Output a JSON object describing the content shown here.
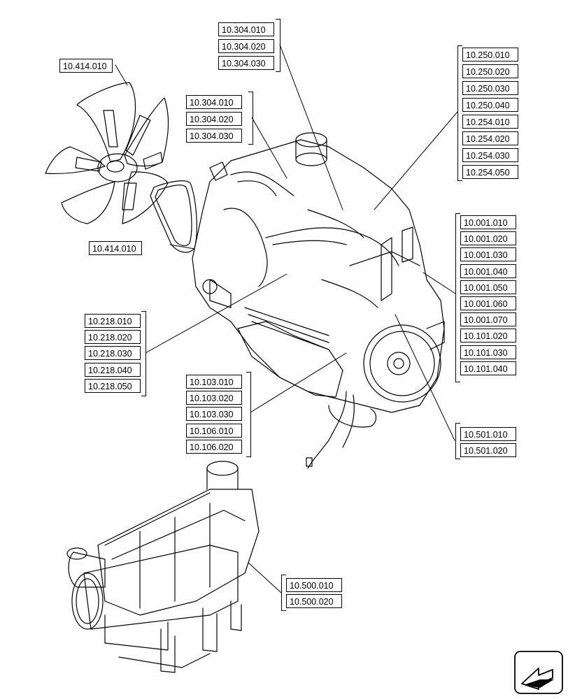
{
  "groups": {
    "fan": [
      "10.414.010"
    ],
    "belt": [
      "10.414.010"
    ],
    "top_center": [
      "10.304.010",
      "10.304.020",
      "10.304.030"
    ],
    "mid_left": [
      "10.304.010",
      "10.304.020",
      "10.304.030"
    ],
    "right_top": [
      "10.250.010",
      "10.250.020",
      "10.250.030",
      "10.250.040",
      "10.254.010",
      "10.254.020",
      "10.254.030",
      "10.254.050"
    ],
    "right_mid": [
      "10.001.010",
      "10.001.020",
      "10.001.030",
      "10.001.040",
      "10.001.050",
      "10.001.060",
      "10.001.070",
      "10.101.020",
      "10.101.030",
      "10.101.040"
    ],
    "left_mid": [
      "10.218.010",
      "10.218.020",
      "10.218.030",
      "10.218.040",
      "10.218.050"
    ],
    "lower_mid": [
      "10.103.010",
      "10.103.020",
      "10.103.030",
      "10.106.010",
      "10.106.020"
    ],
    "right_low": [
      "10.501.010",
      "10.501.020"
    ],
    "exhaust": [
      "10.500.010",
      "10.500.020"
    ]
  },
  "icons": {
    "navigation": "next-page-arrow-icon"
  }
}
